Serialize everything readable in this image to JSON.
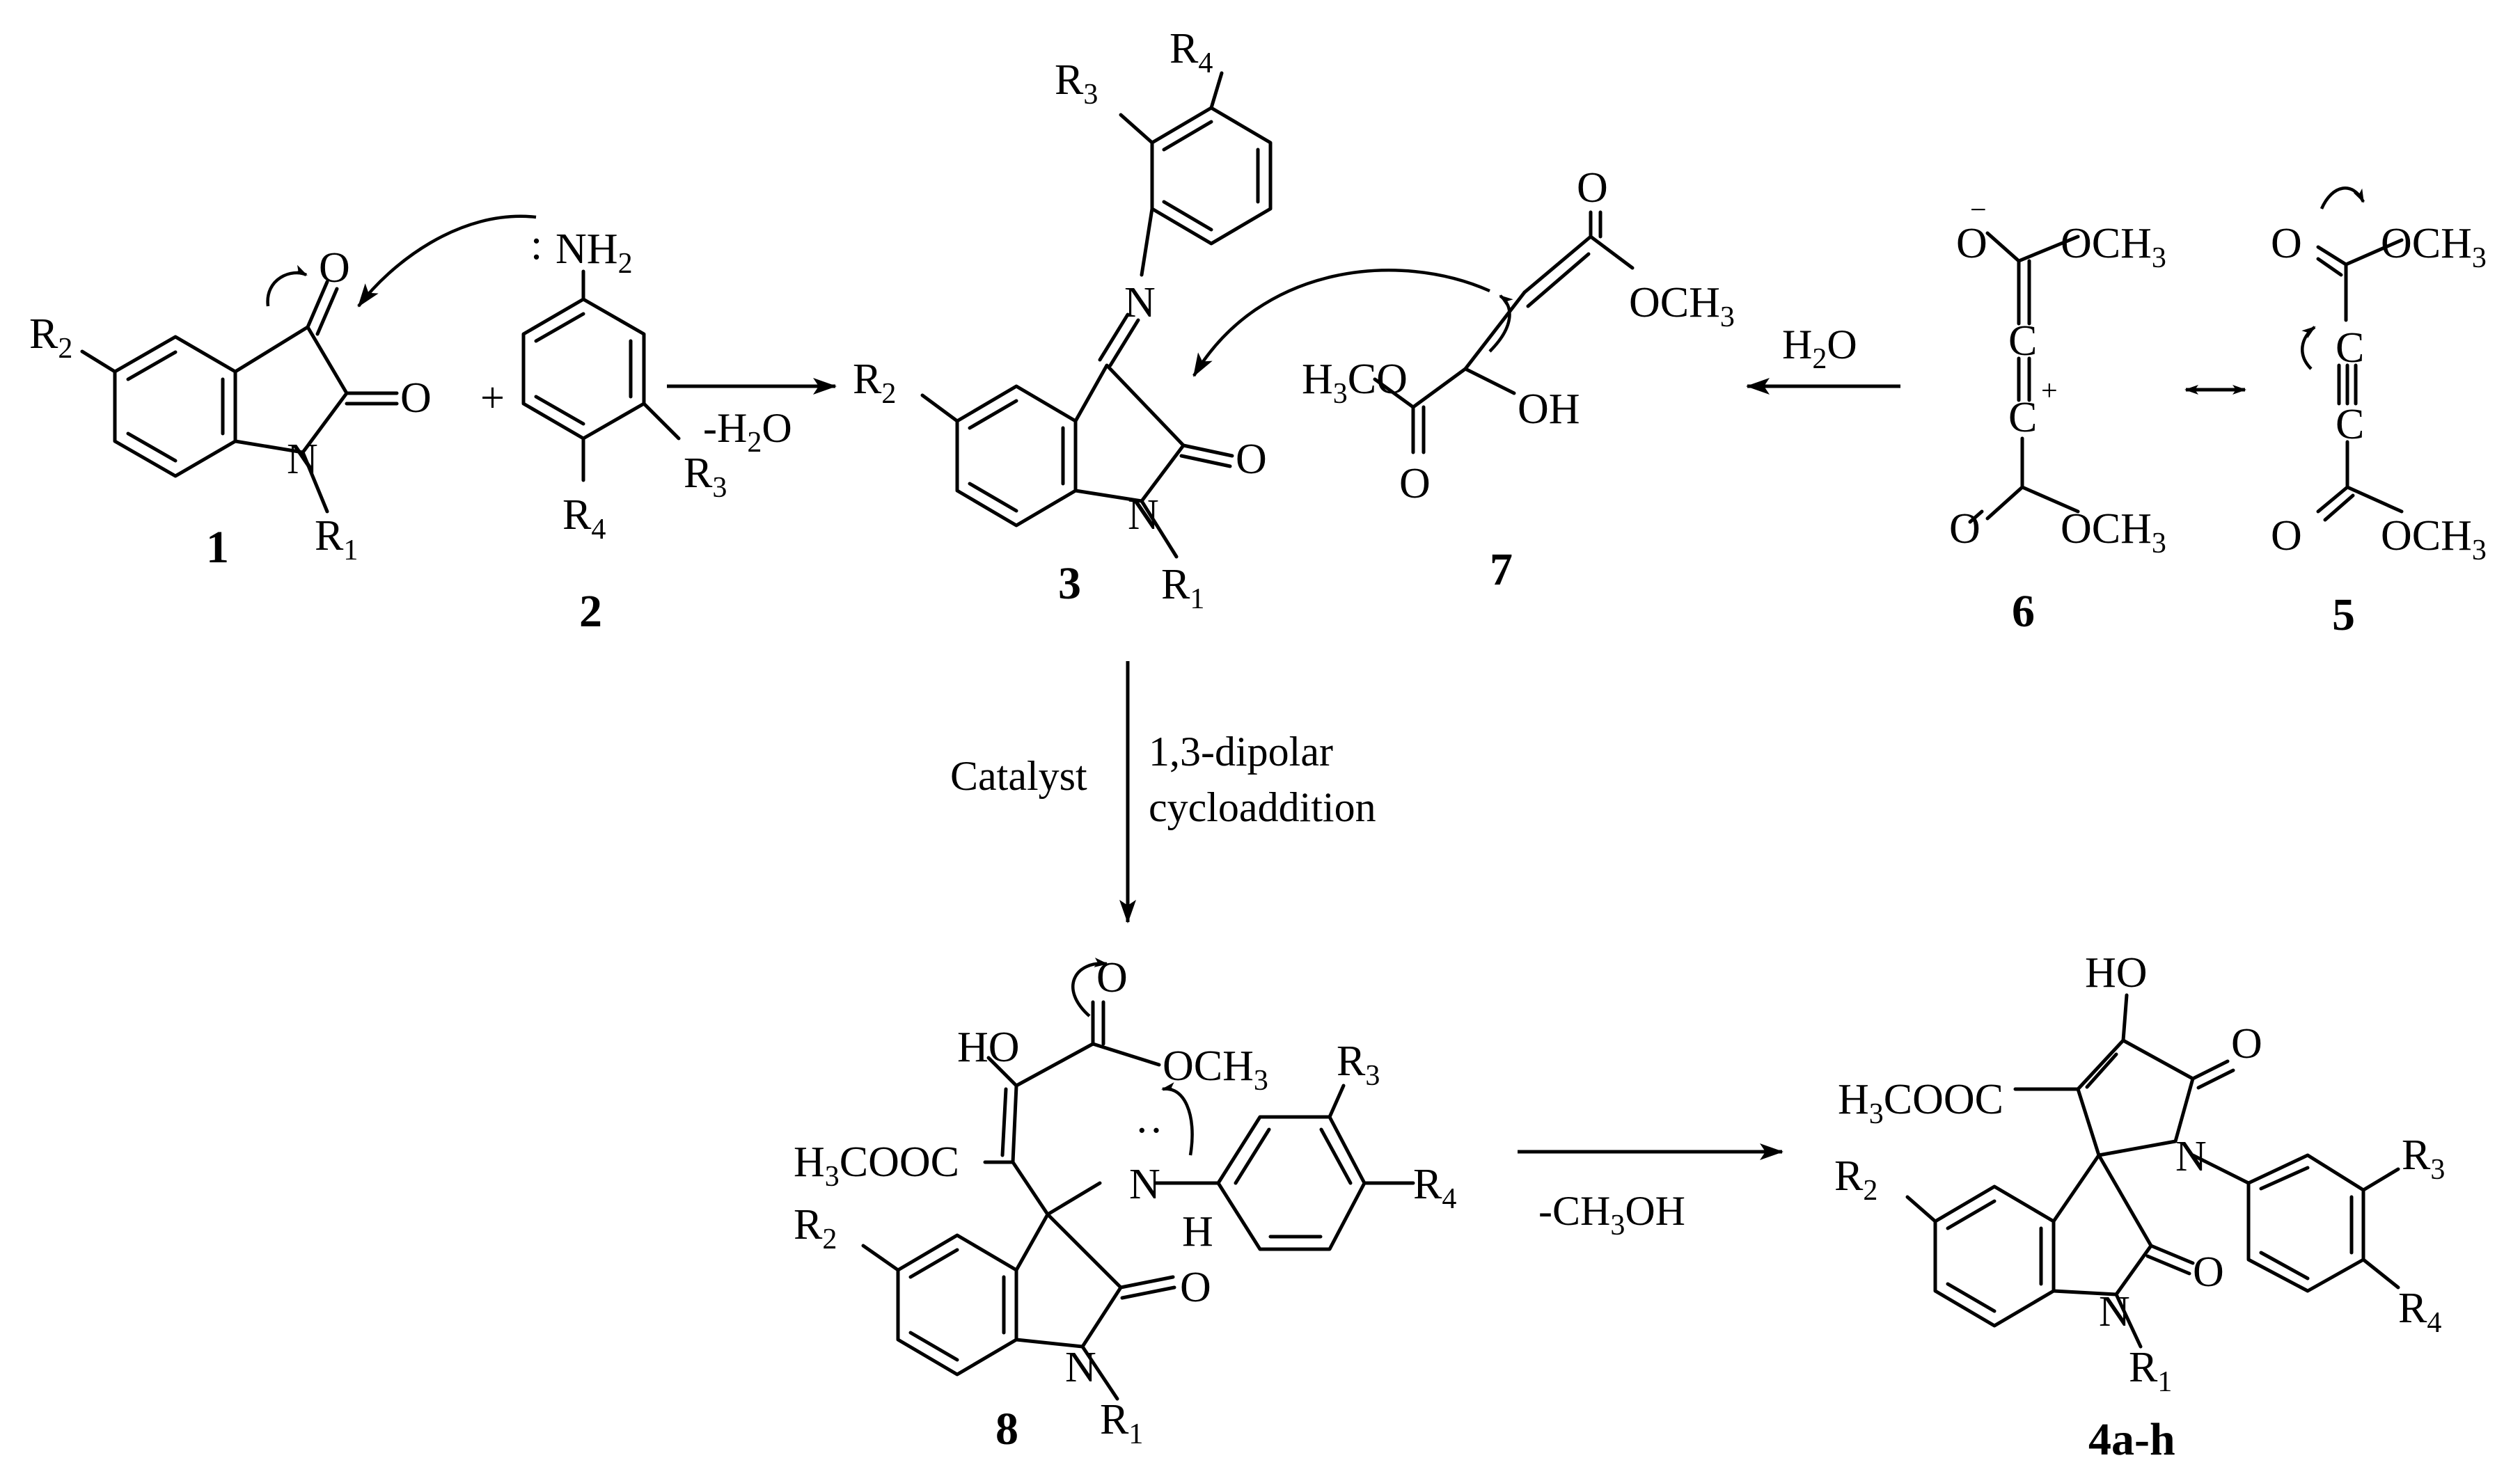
{
  "compounds": {
    "c1": "1",
    "c2": "2",
    "c3": "3",
    "c4": "4a-h",
    "c5": "5",
    "c6": "6",
    "c7": "7",
    "c8": "8"
  },
  "conditions": {
    "step1_below": "-H",
    "step1_below_sub": "2",
    "step1_below_tail": "O",
    "step2_above": "H",
    "step2_above_sub": "2",
    "step2_above_tail": "O",
    "vertical_left": "Catalyst",
    "vertical_right_line1": "1,3-dipolar",
    "vertical_right_line2": "cycloaddition",
    "final_below": "-CH",
    "final_below_sub": "3",
    "final_below_tail": "OH"
  },
  "atoms": {
    "R": "R",
    "s1": "1",
    "s2": "2",
    "s3": "3",
    "s4": "4",
    "O": "O",
    "N": "N",
    "NH": "NH",
    "H": "H",
    "C": "C",
    "OH": "OH",
    "HO": "HO",
    "OCH": "OCH",
    "H3CO_H": "H",
    "H3CO_tail": "CO",
    "H3COOC_tail": "COOC",
    "plus_sign": "+",
    "minus_sign": "−",
    "lone_pair": ":",
    "double_dot": "··"
  },
  "arrows": {
    "equilibrium_symbol": "↔"
  }
}
